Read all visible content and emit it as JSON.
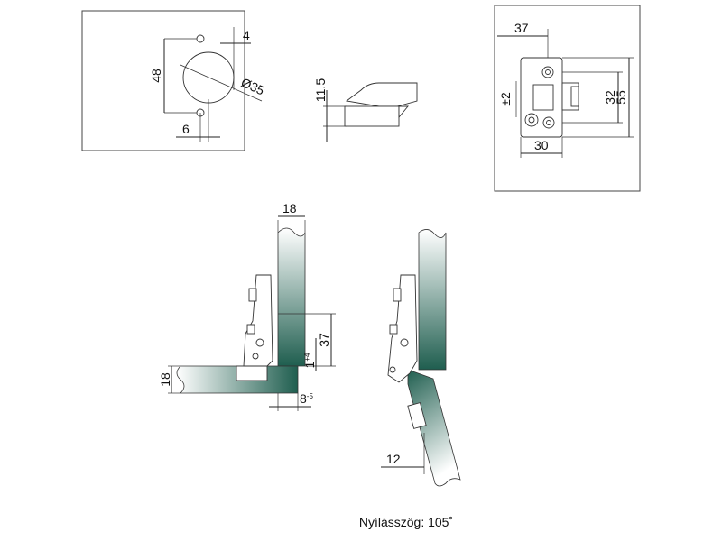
{
  "drilling_panel": {
    "dim_height": "48",
    "dim_edge": "4",
    "dim_diameter": "Ø35",
    "dim_offset": "6"
  },
  "side_panel": {
    "dim_cup_depth": "11.5"
  },
  "plate_panel": {
    "dim_width": "37",
    "dim_adjust": "±2",
    "dim_inner": "32",
    "dim_outer": "55",
    "dim_base": "30"
  },
  "closed_view": {
    "dim_door_thickness": "18",
    "dim_side_thickness": "18",
    "dim_height": "37",
    "dim_overlay_base": "1",
    "dim_overlay_sup": "+4",
    "dim_gap_base": "8",
    "dim_gap_sup": "-5"
  },
  "open_view": {
    "dim_clearance": "12"
  },
  "caption": {
    "text": "Nyílásszög: 105˚"
  },
  "colors": {
    "panel_dark": "#1f5e4f",
    "panel_light": "#ffffff",
    "line": "#222222"
  }
}
